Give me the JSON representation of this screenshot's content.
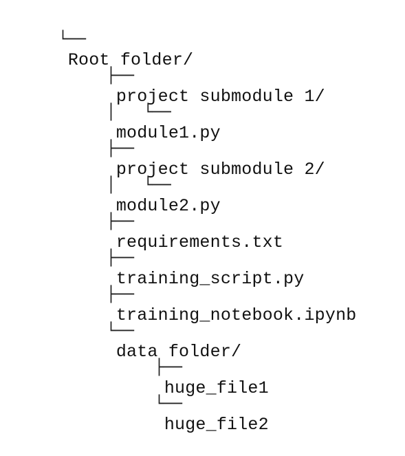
{
  "tree": {
    "items": [
      {
        "branch": "└──",
        "label": "Root folder/"
      },
      {
        "branch": "├──",
        "label": "project submodule 1/"
      },
      {
        "branch": "│   └──",
        "label": "module1.py"
      },
      {
        "branch": "├──",
        "label": "project submodule 2/"
      },
      {
        "branch": "│   └──",
        "label": "module2.py"
      },
      {
        "branch": "├──",
        "label": "requirements.txt"
      },
      {
        "branch": "├──",
        "label": "training_script.py"
      },
      {
        "branch": "├──",
        "label": "training_notebook.ipynb"
      },
      {
        "branch": "└──",
        "label": "data folder/"
      },
      {
        "branch": "├──",
        "label": "huge_file1"
      },
      {
        "branch": "└──",
        "label": "huge_file2"
      }
    ]
  }
}
